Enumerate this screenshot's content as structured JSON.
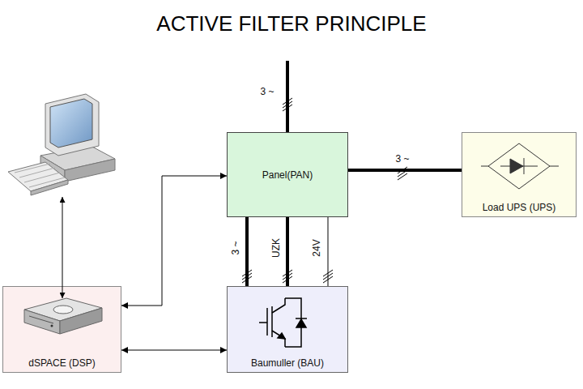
{
  "diagram": {
    "title": "ACTIVE FILTER PRINCIPLE",
    "nodes": [
      {
        "text": [
          "Panel(PAN)"
        ]
      },
      {
        "text": [
          "Load UPS (UPS)"
        ]
      },
      {
        "text": [
          "dSPACE (DSP)"
        ]
      },
      {
        "text": [
          "Baumuller (BAU)"
        ]
      }
    ],
    "edges": [
      {
        "from": 0,
        "to": 1,
        "label": "3 ~",
        "arrow": "none"
      },
      {
        "from": 2,
        "to": 0,
        "arrow": "both"
      },
      {
        "from": 2,
        "to": 3,
        "arrow": "both"
      },
      {
        "from": 0,
        "to": 3,
        "label": "3 ~",
        "arrow": "none"
      },
      {
        "from": 0,
        "to": 3,
        "label": "UZK",
        "arrow": "none"
      },
      {
        "from": 0,
        "to": 3,
        "label": "24V",
        "arrow": "none"
      }
    ],
    "labels": [
      "3 ~"
    ]
  }
}
